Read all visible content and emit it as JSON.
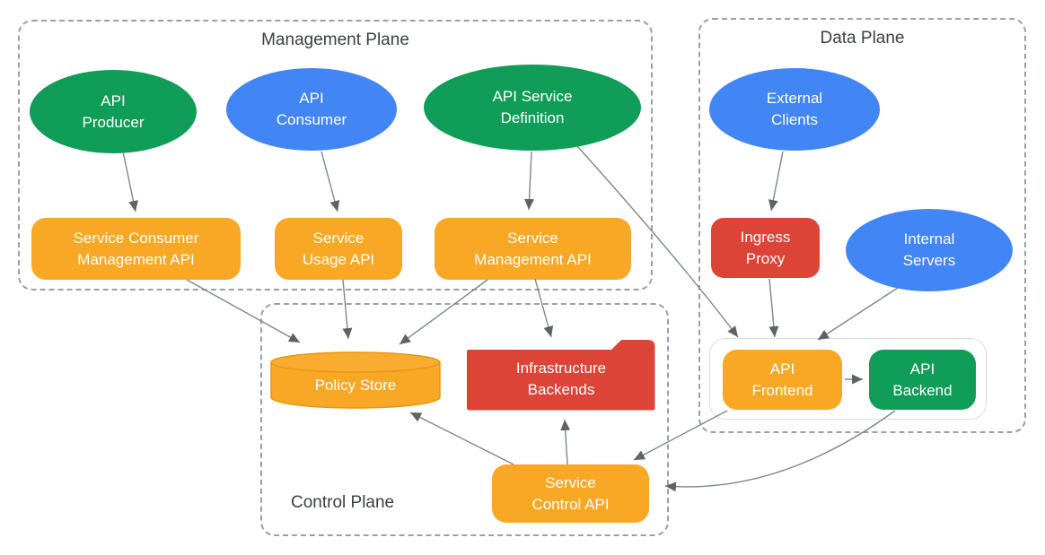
{
  "planes": {
    "management": {
      "label": "Management Plane"
    },
    "data": {
      "label": "Data Plane"
    },
    "control": {
      "label": "Control Plane"
    }
  },
  "nodes": {
    "api_producer": {
      "lines": [
        "API",
        "Producer"
      ],
      "shape": "ellipse",
      "color": "green"
    },
    "api_consumer": {
      "lines": [
        "API",
        "Consumer"
      ],
      "shape": "ellipse",
      "color": "blue"
    },
    "api_service_definition": {
      "lines": [
        "API Service",
        "Definition"
      ],
      "shape": "ellipse",
      "color": "green"
    },
    "service_consumer_management_api": {
      "lines": [
        "Service Consumer",
        "Management API"
      ],
      "shape": "rounded-rect",
      "color": "orange"
    },
    "service_usage_api": {
      "lines": [
        "Service",
        "Usage API"
      ],
      "shape": "rounded-rect",
      "color": "orange"
    },
    "service_management_api": {
      "lines": [
        "Service",
        "Management API"
      ],
      "shape": "rounded-rect",
      "color": "orange"
    },
    "external_clients": {
      "lines": [
        "External",
        "Clients"
      ],
      "shape": "ellipse",
      "color": "blue"
    },
    "ingress_proxy": {
      "lines": [
        "Ingress",
        "Proxy"
      ],
      "shape": "rounded-rect",
      "color": "red"
    },
    "internal_servers": {
      "lines": [
        "Internal",
        "Servers"
      ],
      "shape": "ellipse",
      "color": "blue"
    },
    "api_frontend": {
      "lines": [
        "API",
        "Frontend"
      ],
      "shape": "rounded-rect",
      "color": "orange"
    },
    "api_backend": {
      "lines": [
        "API",
        "Backend"
      ],
      "shape": "rounded-rect",
      "color": "green"
    },
    "policy_store": {
      "lines": [
        "Policy Store"
      ],
      "shape": "cylinder",
      "color": "orange"
    },
    "infrastructure_backends": {
      "lines": [
        "Infrastructure",
        "Backends"
      ],
      "shape": "folder",
      "color": "red"
    },
    "service_control_api": {
      "lines": [
        "Service",
        "Control API"
      ],
      "shape": "rounded-rect",
      "color": "orange"
    }
  },
  "edges": [
    {
      "from": "api_producer",
      "to": "service_consumer_management_api"
    },
    {
      "from": "api_consumer",
      "to": "service_usage_api"
    },
    {
      "from": "api_service_definition",
      "to": "service_management_api"
    },
    {
      "from": "api_service_definition",
      "to": "api_frontend"
    },
    {
      "from": "service_consumer_management_api",
      "to": "policy_store"
    },
    {
      "from": "service_usage_api",
      "to": "policy_store"
    },
    {
      "from": "service_management_api",
      "to": "policy_store"
    },
    {
      "from": "service_management_api",
      "to": "infrastructure_backends"
    },
    {
      "from": "external_clients",
      "to": "ingress_proxy"
    },
    {
      "from": "ingress_proxy",
      "to": "api_frontend"
    },
    {
      "from": "internal_servers",
      "to": "api_frontend"
    },
    {
      "from": "api_frontend",
      "to": "api_backend"
    },
    {
      "from": "api_frontend",
      "to": "service_control_api"
    },
    {
      "from": "api_backend",
      "to": "service_control_api"
    },
    {
      "from": "service_control_api",
      "to": "policy_store"
    },
    {
      "from": "service_control_api",
      "to": "infrastructure_backends"
    }
  ],
  "colors": {
    "green": "#0F9D58",
    "blue": "#4285F4",
    "red": "#DB4437",
    "orange": "#F9A825",
    "arrow_line": "#80868b",
    "arrow_head": "#5f6368",
    "plane_border": "#9aa0a6",
    "plane_label": "#3c4043"
  }
}
